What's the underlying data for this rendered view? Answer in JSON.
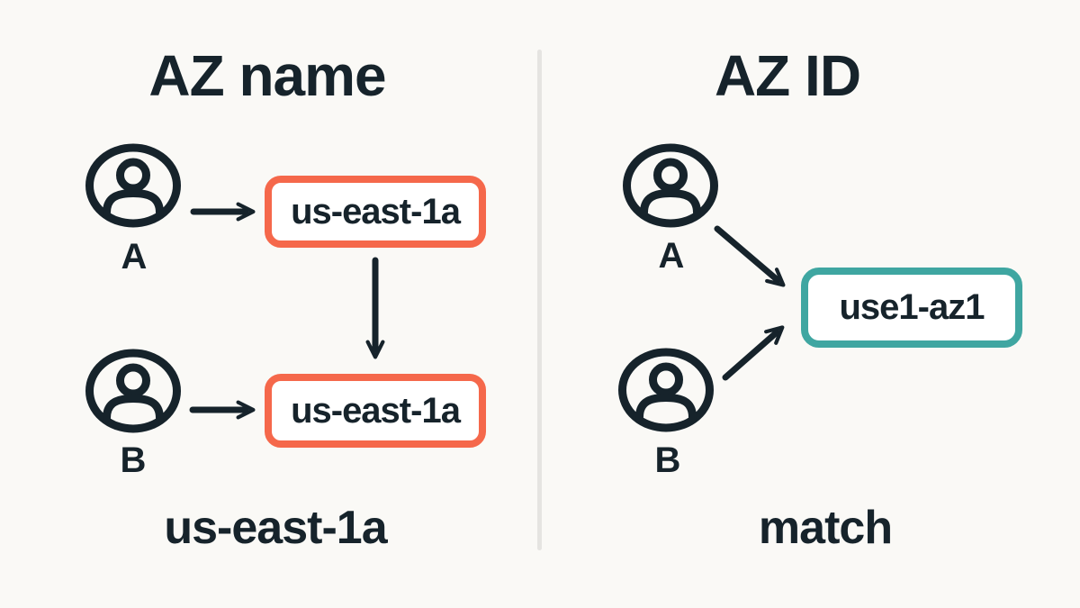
{
  "colors": {
    "background": "#FAF9F6",
    "ink": "#16232B",
    "az_name_box_border": "#F5684B",
    "az_id_box_border": "#3FA6A1",
    "divider": "#E5E4E1"
  },
  "left_panel": {
    "title": "AZ name",
    "user_a_label": "A",
    "user_b_label": "B",
    "box_a_text": "us-east-1a",
    "box_b_text": "us-east-1a",
    "caption": "us-east-1a"
  },
  "right_panel": {
    "title": "AZ ID",
    "user_a_label": "A",
    "user_b_label": "B",
    "box_text": "use1-az1",
    "caption": "match"
  }
}
